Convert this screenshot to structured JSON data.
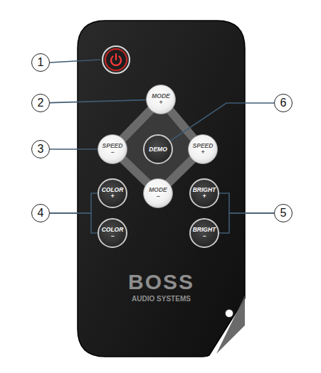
{
  "diagram": {
    "nodes": [
      {
        "text": [
          "BOSS",
          "AUDIO SYSTEMS"
        ]
      },
      {
        "text": [
          "MODE +"
        ],
        "in": 0
      },
      {
        "text": [
          "SPEED −"
        ],
        "in": 0
      },
      {
        "text": [
          "DEMO"
        ],
        "in": 0
      },
      {
        "text": [
          "SPEED +"
        ],
        "in": 0
      },
      {
        "text": [
          "COLOR +"
        ],
        "in": 0
      },
      {
        "text": [
          "MODE −"
        ],
        "in": 0
      },
      {
        "text": [
          "BRIGHT +"
        ],
        "in": 0
      },
      {
        "text": [
          "COLOR −"
        ],
        "in": 0
      },
      {
        "text": [
          "BRIGHT −"
        ],
        "in": 0
      },
      {
        "text": [
          "1"
        ]
      },
      {
        "text": [
          "2"
        ]
      },
      {
        "text": [
          "6"
        ]
      },
      {
        "text": [
          "3"
        ]
      },
      {
        "text": [
          "4"
        ]
      },
      {
        "text": [
          "5"
        ]
      }
    ],
    "edges": [
      {
        "from": 11,
        "to": 1,
        "arrow": "none"
      },
      {
        "from": 12,
        "to": 3,
        "arrow": "none"
      },
      {
        "from": 13,
        "to": 2,
        "arrow": "none"
      },
      {
        "from": 14,
        "to": 5,
        "arrow": "none"
      },
      {
        "from": 14,
        "to": 8,
        "arrow": "none"
      },
      {
        "from": 15,
        "to": 7,
        "arrow": "none"
      },
      {
        "from": 15,
        "to": 9,
        "arrow": "none"
      }
    ]
  }
}
